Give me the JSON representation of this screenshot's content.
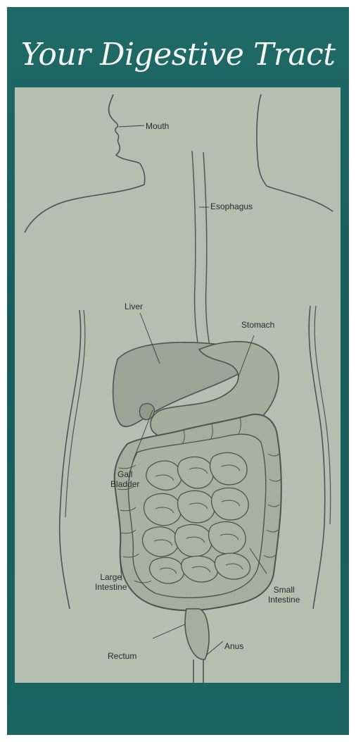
{
  "title": "Your Digestive Tract",
  "colors": {
    "background": "#1b6462",
    "panel": "#b4bfb1",
    "organ_fill": "#9aa598",
    "outline": "#4c5450",
    "label_text": "#2a2a2a"
  },
  "labels": {
    "mouth": "Mouth",
    "esophagus": "Esophagus",
    "liver": "Liver",
    "stomach": "Stomach",
    "gall_bladder": "Gall\nBladder",
    "large_intestine": "Large\nIntestine",
    "small_intestine": "Small\nIntestine",
    "rectum": "Rectum",
    "anus": "Anus"
  }
}
